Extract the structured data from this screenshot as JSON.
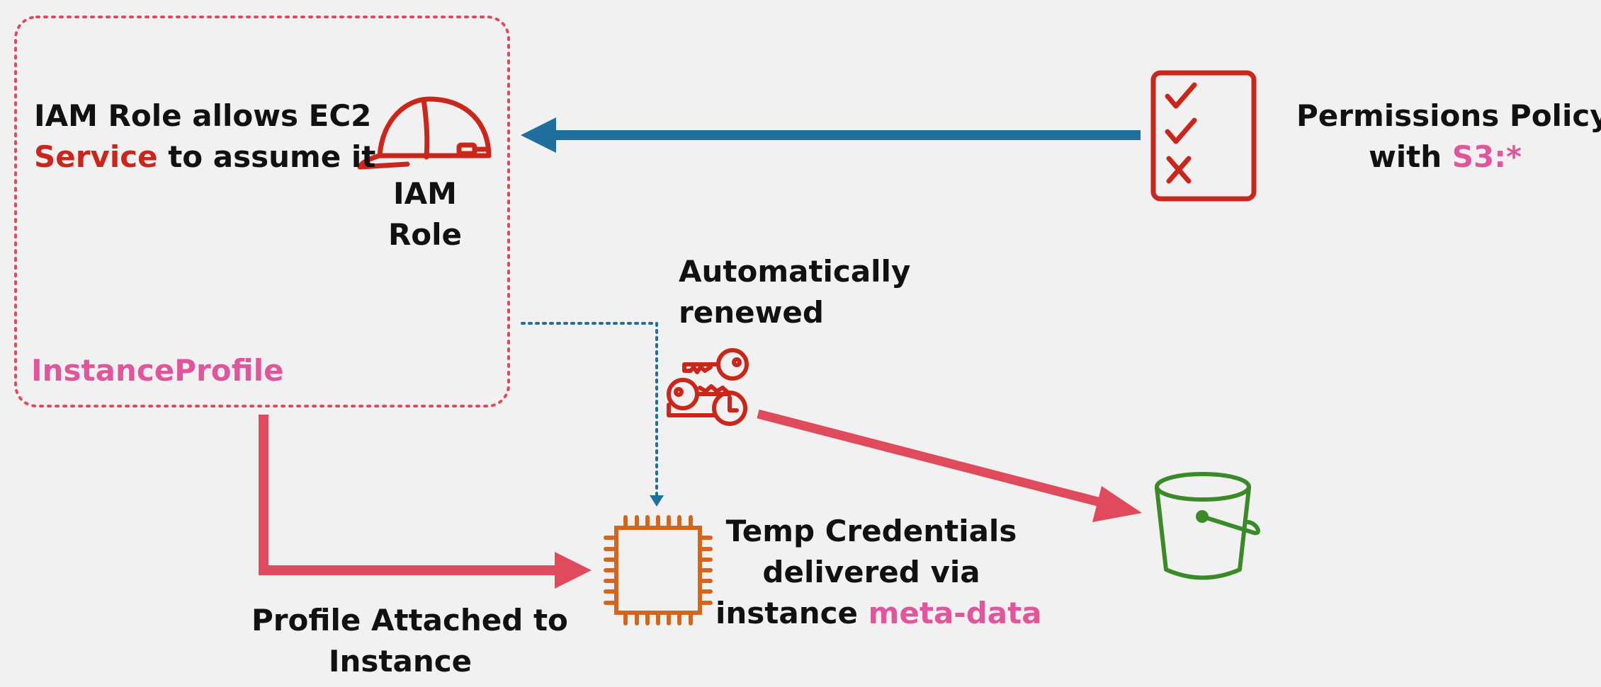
{
  "labels": {
    "role_desc_line1": "IAM Role allows EC2",
    "role_desc_service": "Service",
    "role_desc_rest": " to assume it",
    "iam_role_line1": "IAM",
    "iam_role_line2": "Role",
    "instance_profile": "InstanceProfile",
    "policy_line1": "Permissions Policy",
    "policy_with": "with ",
    "policy_s3": "S3:*",
    "auto_line1": "Automatically",
    "auto_line2": "renewed",
    "profile_line1": "Profile Attached to",
    "profile_line2": "Instance",
    "temp_line1": "Temp Credentials",
    "temp_line2": "delivered via",
    "temp_line3_a": "instance ",
    "temp_line3_b": "meta-data"
  },
  "icons": {
    "iam_role": "hard-hat-icon",
    "policy": "checklist-icon",
    "credentials": "keys-icon",
    "ec2": "chip-icon",
    "s3": "bucket-icon"
  },
  "colors": {
    "background": "#f2f1f1",
    "red": "#c9261c",
    "pink": "#e0559b",
    "arrow_red": "#df4a5d",
    "arrow_blue": "#1f6e9c",
    "ec2_orange": "#d3661f",
    "s3_green": "#3b8a2a"
  }
}
